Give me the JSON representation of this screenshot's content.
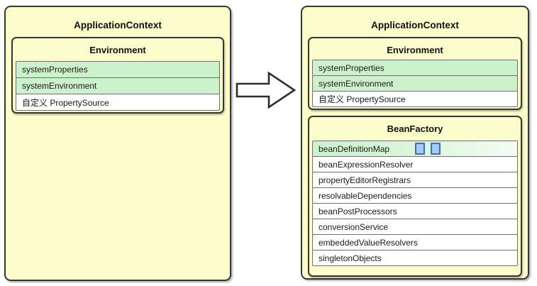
{
  "colors": {
    "box_fill": "#FDFCCB",
    "box_border": "#363636",
    "row_highlight_green": "#CCF2CC",
    "row_border": "#6E6E6E",
    "square_fill": "#A6CBF2",
    "square_border": "#3A70B7",
    "arrow_fill": "#FFFFFF",
    "arrow_stroke": "#2D2D2D"
  },
  "left_box": {
    "title": "ApplicationContext",
    "environment": {
      "title": "Environment",
      "rows": [
        {
          "label": "systemProperties",
          "highlight": true
        },
        {
          "label": "systemEnvironment",
          "highlight": true
        },
        {
          "label": "自定义 PropertySource",
          "highlight": false
        }
      ]
    }
  },
  "arrow": {
    "name": "right-block-arrow"
  },
  "right_box": {
    "title": "ApplicationContext",
    "environment": {
      "title": "Environment",
      "rows": [
        {
          "label": "systemProperties",
          "highlight": true
        },
        {
          "label": "systemEnvironment",
          "highlight": true
        },
        {
          "label": "自定义 PropertySource",
          "highlight": false
        }
      ]
    },
    "bean_factory": {
      "title": "BeanFactory",
      "rows": [
        {
          "label": "beanDefinitionMap",
          "highlight": true,
          "squares": 2
        },
        {
          "label": "beanExpressionResolver",
          "highlight": false
        },
        {
          "label": "propertyEditorRegistrars",
          "highlight": false
        },
        {
          "label": "resolvableDependencies",
          "highlight": false
        },
        {
          "label": "beanPostProcessors",
          "highlight": false
        },
        {
          "label": "conversionService",
          "highlight": false
        },
        {
          "label": "embeddedValueResolvers",
          "highlight": false
        },
        {
          "label": "singletonObjects",
          "highlight": false
        }
      ]
    }
  }
}
